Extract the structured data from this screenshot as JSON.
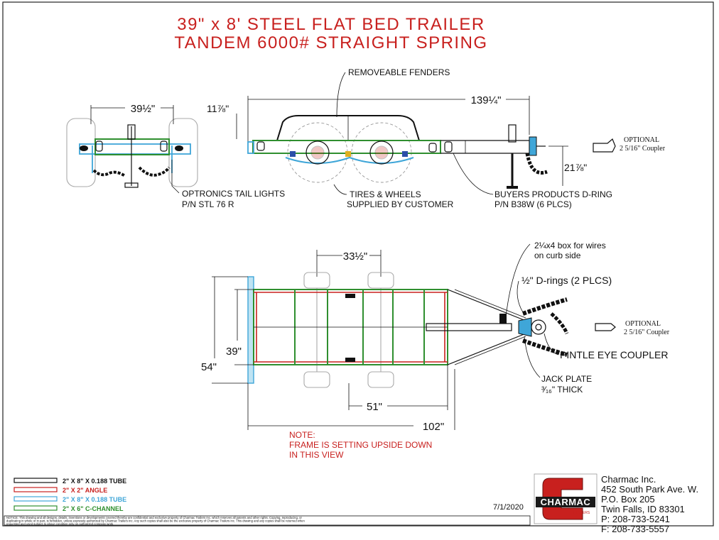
{
  "title": {
    "line1": "39\" x 8' STEEL FLAT BED TRAILER",
    "line2": "TANDEM 6000# STRAIGHT SPRING"
  },
  "side_view": {
    "dim_overall": "139¼\"",
    "dim_fender_height": "11⅞\"",
    "dim_tongue_height": "21⅞\"",
    "label_fenders": "REMOVEABLE FENDERS",
    "label_tires_1": "TIRES & WHEELS",
    "label_tires_2": "SUPPLIED BY CUSTOMER",
    "label_dring_1": "BUYERS PRODUCTS D-RING",
    "label_dring_2": "P/N B38W (6 PLCS)",
    "optional_1": "OPTIONAL",
    "optional_2": "2 5/16\" Coupler"
  },
  "rear_view": {
    "dim_width": "39½\"",
    "label_lights_1": "OPTRONICS TAIL LIGHTS",
    "label_lights_2": "P/N STL 76 R"
  },
  "top_view": {
    "dim_axle": "33½\"",
    "dim_inner_width": "39\"",
    "dim_outer_width": "54\"",
    "dim_bed": "51\"",
    "dim_overall": "102\"",
    "label_box_1": "2¼x4 box for wires",
    "label_box_2": "on curb side",
    "label_drings": "½\" D-rings (2 PLCS)",
    "label_pintle": "PINTLE EYE COUPLER",
    "label_jack_1": "JACK PLATE",
    "label_jack_2": "³⁄₁₆\" THICK",
    "optional_1": "OPTIONAL",
    "optional_2": "2 5/16\" Coupler",
    "note_1": "NOTE:",
    "note_2": "FRAME IS SETTING UPSIDE DOWN",
    "note_3": "IN THIS VIEW"
  },
  "legend": [
    {
      "label": "2\" X 8\" X 0.188 TUBE",
      "color": "#111111"
    },
    {
      "label": "2\" X 2\" ANGLE",
      "color": "#c8201e"
    },
    {
      "label": "2\" X 8\" X 0.188 TUBE",
      "color": "#3fa6d8"
    },
    {
      "label": "2\" X 6\" C-CHANNEL",
      "color": "#2f8f2f"
    }
  ],
  "date": "7/1/2020",
  "company": {
    "logo_text": "CHARMAC",
    "logo_sub": "TRAILERS",
    "name": "Charmac Inc.",
    "address1": "452 South Park Ave. W.",
    "address2": "P.O. Box 205",
    "city": "Twin Falls, ID 83301",
    "phone": "P: 208-733-5241",
    "fax": "F: 208-733-5557"
  },
  "notice": {
    "line1": "NOTICE:   This drawing and all designs, details, inventions or developments covered thereby are confidential and exclusive property of Charmac Trailers Inc. which reserves all patents and other rights. Copying, reproducing, or",
    "line2": "duplicating in whole or in part, is forbidden, unless expressly authorized by Charmac Trailers Inc. Any such copies shall also be the exclusive property of Charmac Trailers Inc. This drawing and any copies shall be returned when",
    "line3": "requested and used subject to above condition only on authorized company work."
  },
  "colors": {
    "title": "#c8201e",
    "tube": "#111111",
    "angle": "#c8201e",
    "blue_tube": "#3fa6d8",
    "c_channel": "#2f8f2f",
    "ghost": "#a9a9a9"
  }
}
